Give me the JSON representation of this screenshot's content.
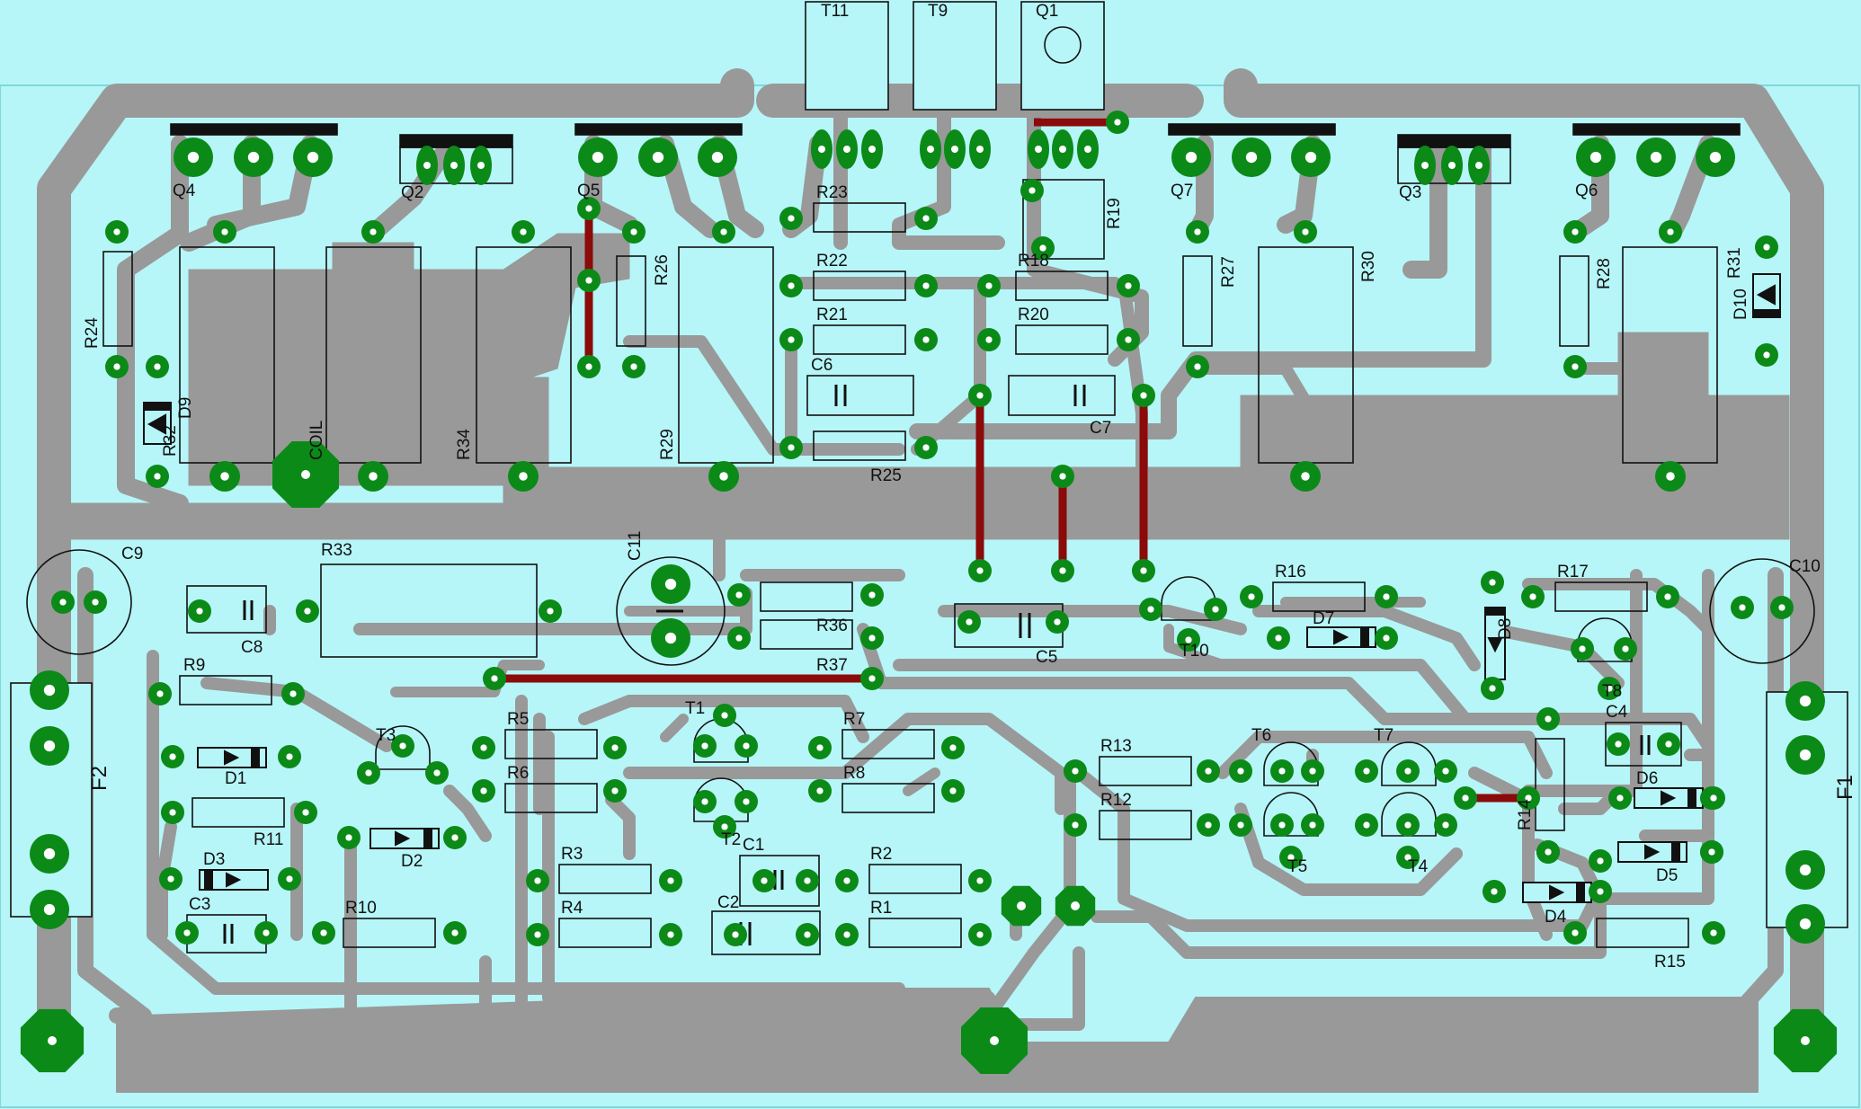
{
  "colors": {
    "background": "#b6f6f8",
    "trace": "#999999",
    "pad": "#0b8a17",
    "pad_hole": "#ffffff",
    "jumper": "#8b0a0a",
    "outline": "#111111",
    "component_fill": "#b6f6f8"
  },
  "labels": {
    "T11": "T11",
    "T9": "T9",
    "Q1": "Q1",
    "Q4": "Q4",
    "Q2": "Q2",
    "Q5": "Q5",
    "Q7": "Q7",
    "Q3": "Q3",
    "Q6": "Q6",
    "R23": "R23",
    "R22": "R22",
    "R21": "R21",
    "R18": "R18",
    "R20": "R20",
    "R19": "R19",
    "C6": "C6",
    "C7": "C7",
    "R25": "R25",
    "R24": "R24",
    "D9": "D9",
    "R32": "R32",
    "COIL": "COIL",
    "R34": "R34",
    "R26": "R26",
    "R29": "R29",
    "R27": "R27",
    "R30": "R30",
    "R28": "R28",
    "R31": "R31",
    "D10": "D10",
    "C9": "C9",
    "C8": "C8",
    "R33": "R33",
    "C11": "C11",
    "R36": "R36",
    "R37": "R37",
    "C5": "C5",
    "T10": "T10",
    "R16": "R16",
    "D7": "D7",
    "D8": "D8",
    "R17": "R17",
    "T8": "T8",
    "C10": "C10",
    "F2": "F2",
    "F1": "F1",
    "R9": "R9",
    "T3": "T3",
    "D1": "D1",
    "R11": "R11",
    "D2": "D2",
    "D3": "D3",
    "C3": "C3",
    "R10": "R10",
    "R5": "R5",
    "R6": "R6",
    "T1": "T1",
    "T2": "T2",
    "R7": "R7",
    "R8": "R8",
    "R3": "R3",
    "R4": "R4",
    "C1": "C1",
    "C2": "C2",
    "R2": "R2",
    "R1": "R1",
    "R13": "R13",
    "R12": "R12",
    "T6": "T6",
    "T5": "T5",
    "T7": "T7",
    "T4": "T4",
    "R14": "R14",
    "C4": "C4",
    "D6": "D6",
    "D5": "D5",
    "D4": "D4",
    "R15": "R15"
  }
}
